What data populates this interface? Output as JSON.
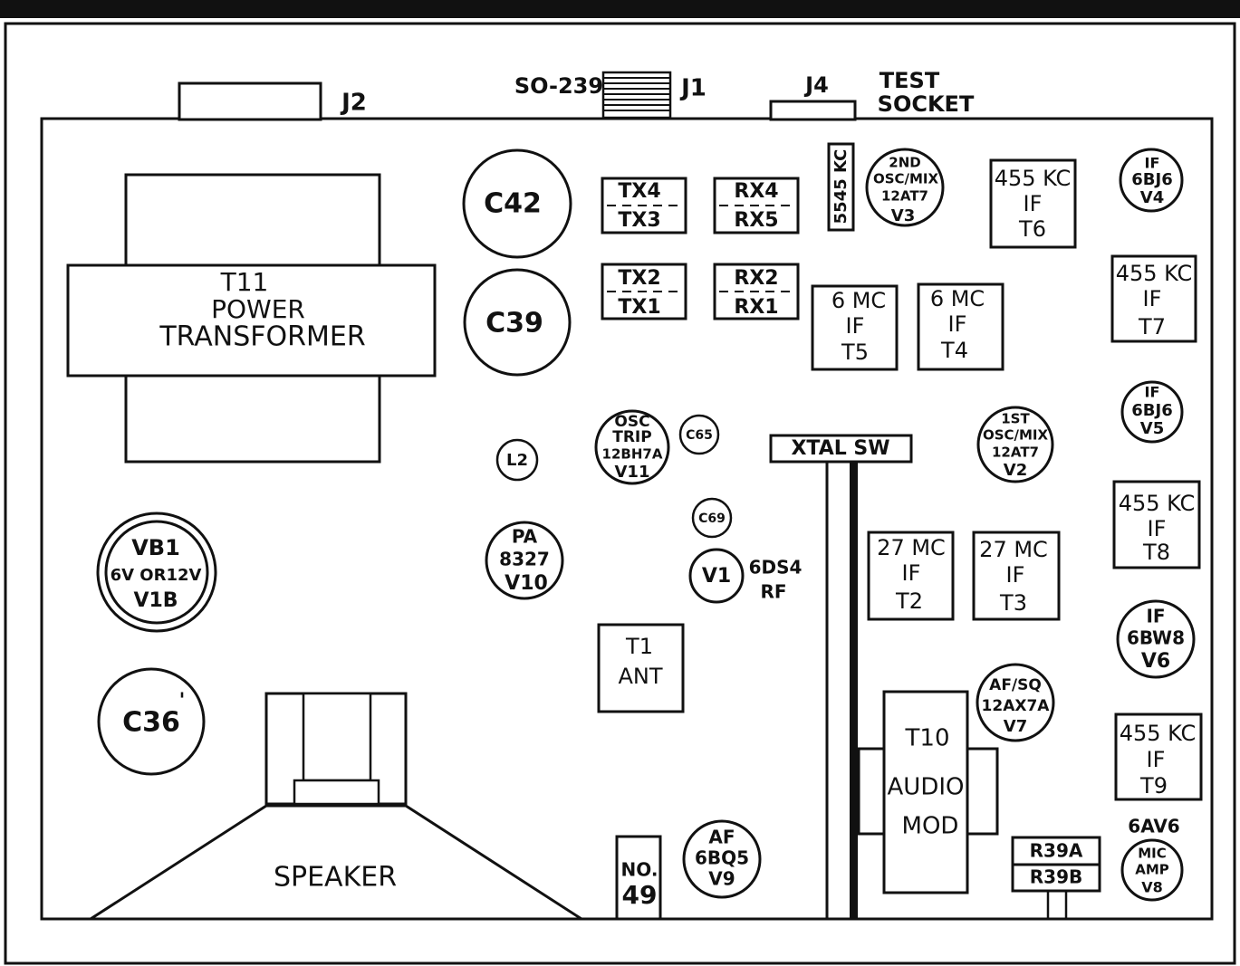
{
  "connectors": {
    "j2": "J2",
    "so239": "SO-239",
    "j1": "J1",
    "j4": "J4",
    "test_socket_1": "TEST",
    "test_socket_2": "SOCKET"
  },
  "power_transformer": {
    "l1": "T11",
    "l2": "POWER",
    "l3": "TRANSFORMER"
  },
  "vb1": {
    "l1": "VB1",
    "l2": "6V OR12V",
    "l3": "V1B"
  },
  "c36": "C36",
  "speaker": "SPEAKER",
  "c42": "C42",
  "c39": "C39",
  "tx4": "TX4",
  "tx3": "TX3",
  "tx2": "TX2",
  "tx1": "TX1",
  "rx4": "RX4",
  "rx5": "RX5",
  "rx2": "RX2",
  "rx1": "RX1",
  "crystal_5545": "5545 KC",
  "v3": {
    "l1": "2ND",
    "l2": "OSC/MIX",
    "l3": "12AT7",
    "l4": "V3"
  },
  "t6": {
    "l1": "455 KC",
    "l2": "IF",
    "l3": "T6"
  },
  "v4": {
    "l1": "IF",
    "l2": "6BJ6",
    "l3": "V4"
  },
  "t5": {
    "l1": "6 MC",
    "l2": "IF",
    "l3": "T5"
  },
  "t4": {
    "l1": "6 MC",
    "l2": "IF",
    "l3": "T4"
  },
  "t7": {
    "l1": "455 KC",
    "l2": "IF",
    "l3": "T7"
  },
  "v5": {
    "l1": "IF",
    "l2": "6BJ6",
    "l3": "V5"
  },
  "v11": {
    "l1": "OSC",
    "l2": "TRIP",
    "l3": "12BH7A",
    "l4": "V11"
  },
  "c65": "C65",
  "l2": "L2",
  "xtal_sw": "XTAL SW",
  "v2": {
    "l1": "1ST",
    "l2": "OSC/MIX",
    "l3": "12AT7",
    "l4": "V2"
  },
  "c69": "C69",
  "v10": {
    "l1": "PA",
    "l2": "8327",
    "l3": "V10"
  },
  "v1": "V1",
  "v1_type_1": "6DS4",
  "v1_type_2": "RF",
  "t1": {
    "l1": "T1",
    "l2": "ANT"
  },
  "t2": {
    "l1": "27 MC",
    "l2": "IF",
    "l3": "T2"
  },
  "t3": {
    "l1": "27 MC",
    "l2": "IF",
    "l3": "T3"
  },
  "t8": {
    "l1": "455 KC",
    "l2": "IF",
    "l3": "T8"
  },
  "v6": {
    "l1": "IF",
    "l2": "6BW8",
    "l3": "V6"
  },
  "v7": {
    "l1": "AF/SQ",
    "l2": "12AX7A",
    "l3": "V7"
  },
  "t10": {
    "l1": "T10",
    "l2": "AUDIO",
    "l3": "MOD"
  },
  "t9": {
    "l1": "455 KC",
    "l2": "IF",
    "l3": "T9"
  },
  "v9": {
    "l1": "AF",
    "l2": "6BQ5",
    "l3": "V9"
  },
  "no49": {
    "l1": "NO.",
    "l2": "49"
  },
  "r39a": "R39A",
  "r39b": "R39B",
  "v8_type": "6AV6",
  "v8": {
    "l1": "MIC",
    "l2": "AMP",
    "l3": "V8"
  }
}
